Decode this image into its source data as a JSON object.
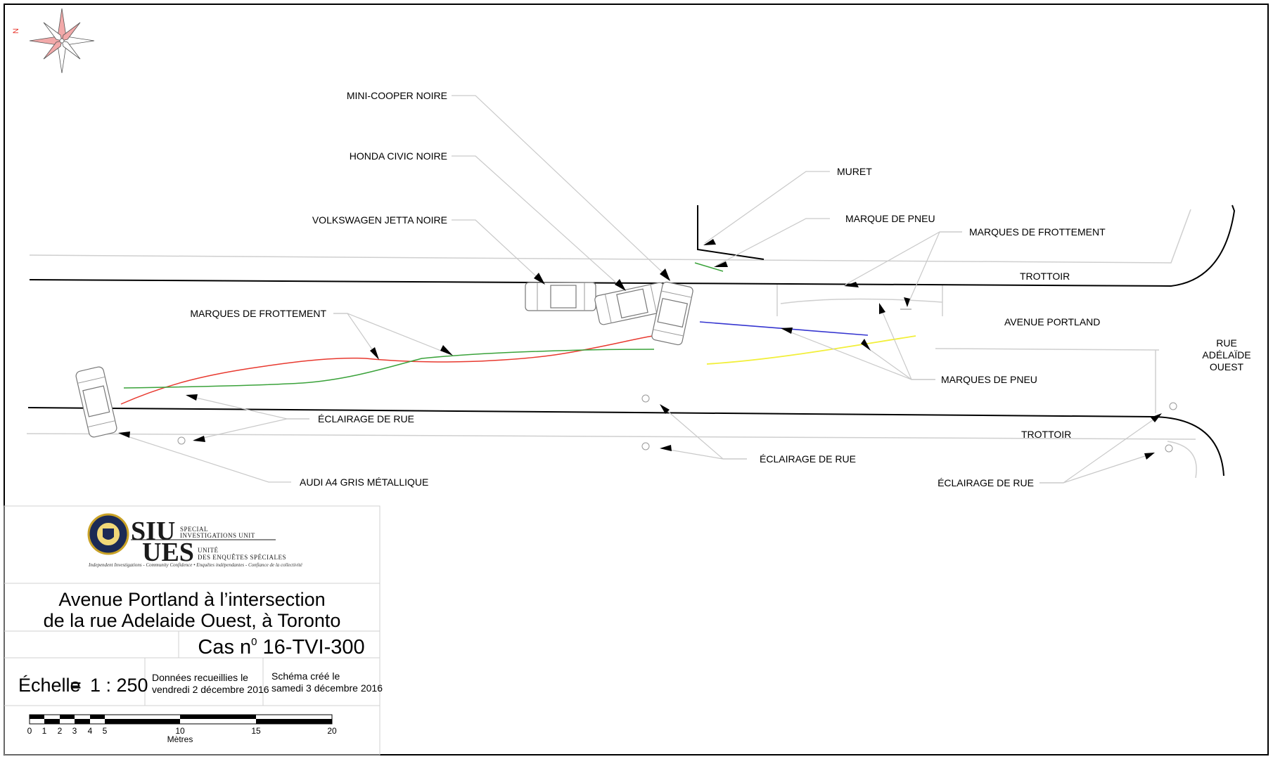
{
  "compass": {
    "north_label": "N",
    "icon": "compass-rose-icon"
  },
  "labels": {
    "mini_cooper": "MINI-COOPER NOIRE",
    "honda_civic": "HONDA CIVIC NOIRE",
    "vw_jetta": "VOLKSWAGEN JETTA NOIRE",
    "muret": "MURET",
    "tire_mark_top": "MARQUE DE PNEU",
    "scuff_marks_right": "MARQUES DE FROTTEMENT",
    "sidewalk_top": "TROTTOIR",
    "avenue_portland": "AVENUE PORTLAND",
    "rue_line1": "RUE",
    "rue_line2": "ADÉLAÏDE",
    "rue_line3": "OUEST",
    "scuff_marks_left": "MARQUES DE FROTTEMENT",
    "tire_marks": "MARQUES DE PNEU",
    "street_light_left": "ÉCLAIRAGE DE RUE",
    "sidewalk_bottom": "TROTTOIR",
    "street_light_mid": "ÉCLAIRAGE DE RUE",
    "audi": "AUDI A4 GRIS MÉTALLIQUE",
    "street_light_right": "ÉCLAIRAGE DE RUE"
  },
  "logo": {
    "siu": "SIU",
    "ues": "UES",
    "en_line1": "SPECIAL",
    "en_line2": "INVESTIGATIONS UNIT",
    "fr_line1": "UNITÉ",
    "fr_line2": "DES ENQUÊTES SPÉCIALES",
    "tagline": "Independent Investigations - Community Confidence • Enquêtes indépendantes - Confiance de la collectivité"
  },
  "title_block": {
    "title_line1": "Avenue Portland à l’intersection",
    "title_line2": "de la rue Adelaide Ouest, à Toronto",
    "case_prefix": "Cas n",
    "case_sup": "0",
    "case_number": " 16-TVI-300",
    "scale_label": "Échelle",
    "scale_eq": "=",
    "scale_value": "1 : 250",
    "collected_line1": "Données recueillies le",
    "collected_line2": "vendredi 2 décembre 2016",
    "created_line1": "Schéma créé le",
    "created_line2": "samedi 3 décembre 2016"
  },
  "scale_bar": {
    "ticks": [
      "0",
      "1",
      "2",
      "3",
      "4",
      "5",
      "10",
      "15",
      "20"
    ],
    "unit": "Mètres"
  },
  "colors": {
    "red_mark": "#e8392f",
    "green_mark": "#3aa23a",
    "blue_mark": "#3535d0",
    "yellow_mark": "#f2ef3a",
    "compass_fill": "#f2a9a9"
  }
}
